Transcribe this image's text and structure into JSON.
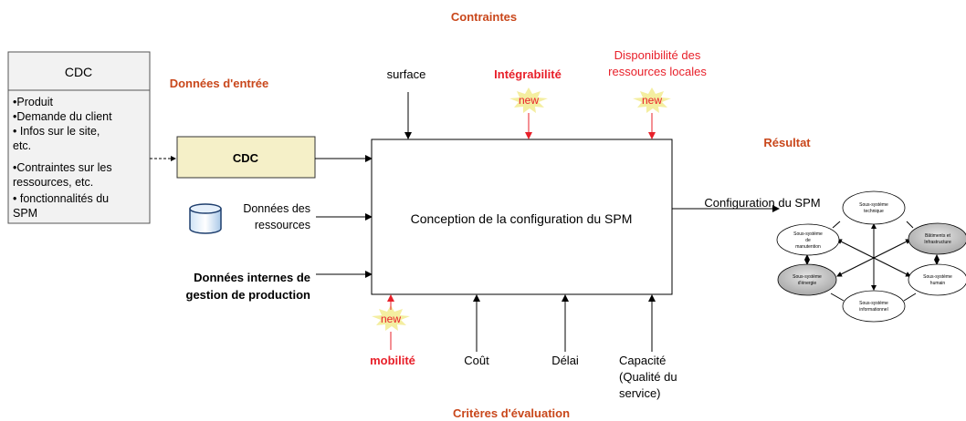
{
  "headings": {
    "contraintes": "Contraintes",
    "donnees_entree": "Données d'entrée",
    "resultat": "Résultat",
    "criteres": "Critères d'évaluation"
  },
  "cdc_doc": {
    "title": "CDC",
    "lines": [
      "•Produit",
      "•Demande du client",
      "• Infos sur le site,",
      "etc.",
      "•Contraintes sur les",
      "ressources, etc.",
      "• fonctionnalités du",
      "SPM"
    ]
  },
  "cdc_box": {
    "label": "CDC"
  },
  "inputs": {
    "donnees_ressources": [
      "Données des",
      "ressources"
    ],
    "donnees_internes": [
      "Données internes de",
      "gestion de production"
    ]
  },
  "constraints": {
    "surface": "surface",
    "integrabilite": "Intégrabilité",
    "disponibilite": [
      "Disponibilité des",
      "ressources locales"
    ]
  },
  "badges": {
    "new": "new"
  },
  "main_box": {
    "label": "Conception de la configuration du SPM"
  },
  "output": {
    "label": "Configuration du SPM"
  },
  "criteria": {
    "mobilite": "mobilité",
    "cout": "Coût",
    "delai": "Délai",
    "capacite": [
      "Capacité",
      "(Qualité du",
      "service)"
    ]
  },
  "subsystems": {
    "technique": [
      "Sous-système",
      "technique"
    ],
    "manutention": [
      "Sous-système",
      "de",
      "manutention"
    ],
    "batiments": [
      "Bâtiments et",
      "Infrastructure"
    ],
    "energie": [
      "Sous-système",
      "d'énergie"
    ],
    "humain": [
      "Sous-système",
      "humain"
    ],
    "informationnel": [
      "Sous-système",
      "informationnel"
    ]
  },
  "colors": {
    "heading_orange": "#c9471b",
    "accent_red": "#e8202a",
    "cdc_fill": "#f5f0c8",
    "badge_fill": "#f4eea0",
    "doc_fill": "#f2f2f2",
    "gray_node": "#c8c8c8"
  }
}
